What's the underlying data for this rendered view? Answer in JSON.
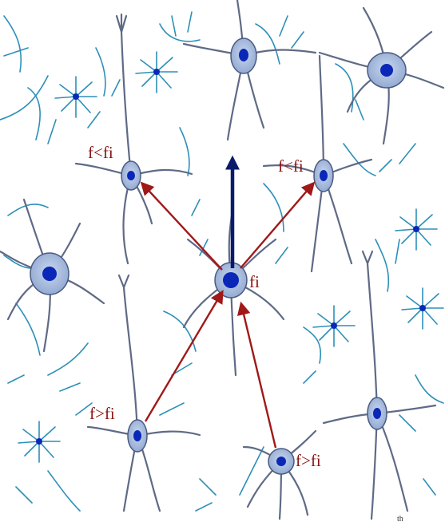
{
  "diagram": {
    "colors": {
      "soma_fill": "#9db3d8",
      "soma_outline": "#4b5a80",
      "nucleus": "#0b27b8",
      "dendrite_blue": "#2d8fb8",
      "dendrite_grey": "#5f6a86",
      "arrow_red": "#a01818",
      "arrow_blue": "#0a1a6b",
      "label_red": "#8b1515"
    },
    "labels": {
      "center": "fi",
      "upper_left": "f<fi",
      "upper_right": "f<fi",
      "lower_left": "f>fi",
      "lower_right": "f>fi",
      "corner_mark": "th"
    }
  }
}
